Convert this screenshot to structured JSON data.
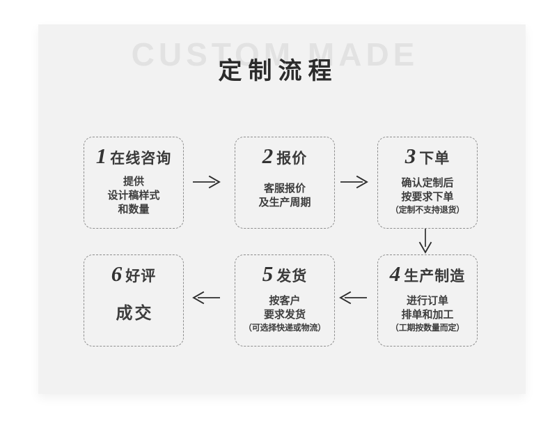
{
  "page": {
    "background_color": "#ffffff",
    "panel_color": "#f2f2f2"
  },
  "header": {
    "watermark": "CUSTOM MADE",
    "watermark_color": "#e2e2e2",
    "title": "定制流程",
    "title_color": "#2b2b2b"
  },
  "steps": [
    {
      "number": "1",
      "heading": "在线咨询",
      "lines": [
        "提供",
        "设计稿样式",
        "和数量"
      ],
      "note": null
    },
    {
      "number": "2",
      "heading": "报价",
      "lines": [
        "客服报价",
        "及生产周期"
      ],
      "note": null
    },
    {
      "number": "3",
      "heading": "下单",
      "lines": [
        "确认定制后",
        "按要求下单"
      ],
      "note": "（定制不支持退货）"
    },
    {
      "number": "4",
      "heading": "生产制造",
      "lines": [
        "进行订单",
        "排单和加工"
      ],
      "note": "（工期按数量而定）"
    },
    {
      "number": "5",
      "heading": "发货",
      "lines": [
        "按客户",
        "要求发货"
      ],
      "note": "（可选择快递或物流）"
    },
    {
      "number": "6",
      "heading": "好评",
      "lines": [
        "成交"
      ],
      "note": null
    }
  ],
  "arrows": [
    {
      "name": "arrow-step1-to-step2",
      "direction": "right"
    },
    {
      "name": "arrow-step2-to-step3",
      "direction": "right"
    },
    {
      "name": "arrow-step3-to-step4",
      "direction": "down"
    },
    {
      "name": "arrow-step4-to-step5",
      "direction": "left"
    },
    {
      "name": "arrow-step5-to-step6",
      "direction": "left"
    }
  ],
  "style": {
    "card_border_color": "#8d8d8d",
    "text_color": "#3d3d3d"
  }
}
